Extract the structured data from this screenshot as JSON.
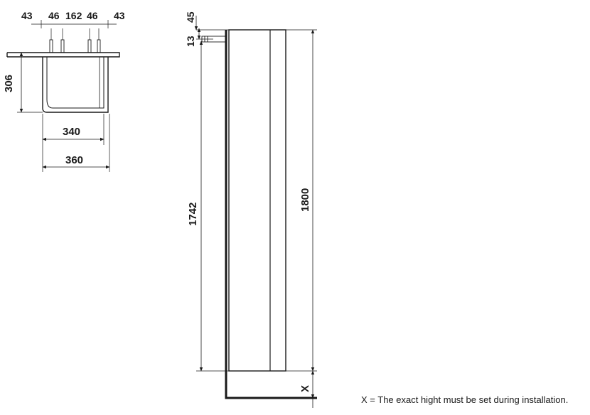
{
  "top_view": {
    "dims_top": [
      "43",
      "46",
      "162",
      "46",
      "43"
    ],
    "depth": "306",
    "inner_width": "340",
    "outer_width": "360"
  },
  "front_view": {
    "top_offset": "45",
    "mount_offset": "13",
    "mount_height": "1742",
    "total_height": "1800",
    "floor_gap": "X"
  },
  "note": "X = The exact hight must be set during installation."
}
